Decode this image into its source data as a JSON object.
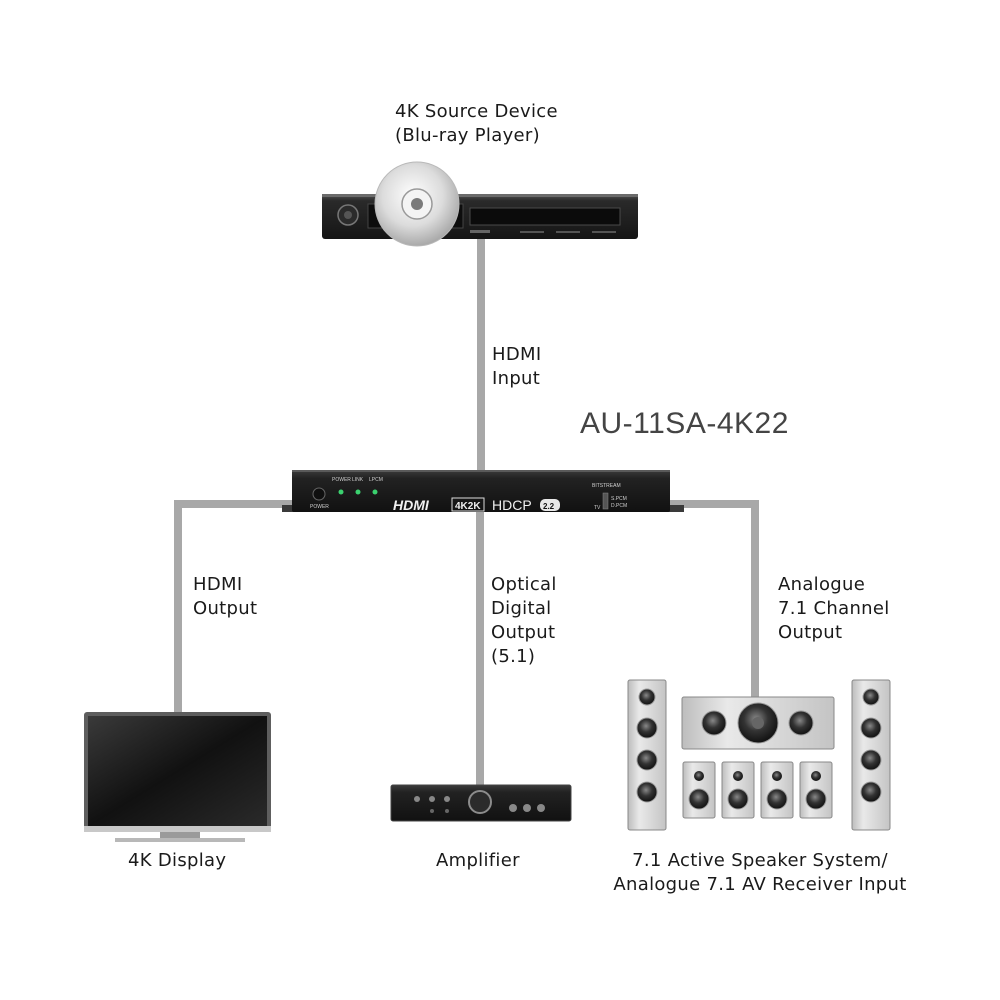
{
  "source": {
    "label": "4K Source Device\n(Blu-ray Player)"
  },
  "links": {
    "hdmi_input": "HDMI\nInput",
    "hdmi_output": "HDMI\nOutput",
    "optical_output": "Optical\nDigital\nOutput\n(5.1)",
    "analogue_output": "Analogue\n7.1 Channel\nOutput"
  },
  "device": {
    "model": "AU-11SA-4K22",
    "led_labels": [
      "POWER",
      "LINK",
      "LPCM"
    ],
    "power_label": "POWER",
    "hdmi_logo": "HDMI",
    "resolution_badge": "4K2K",
    "hdcp_logo": "HDCP",
    "hdcp_version": "2.2",
    "switch_label": "BITSTREAM",
    "switch_tv": "TV",
    "switch_options": [
      "S.PCM",
      "D.PCM"
    ]
  },
  "outputs": {
    "display": "4K Display",
    "amplifier": "Amplifier",
    "speakers": "7.1 Active Speaker System/\nAnalogue 7.1 AV Receiver Input"
  },
  "colors": {
    "cable": "#a8a8a8",
    "device_body": "#1e1e1e",
    "led": "#3bd16f",
    "speaker_body": "#dedede"
  }
}
